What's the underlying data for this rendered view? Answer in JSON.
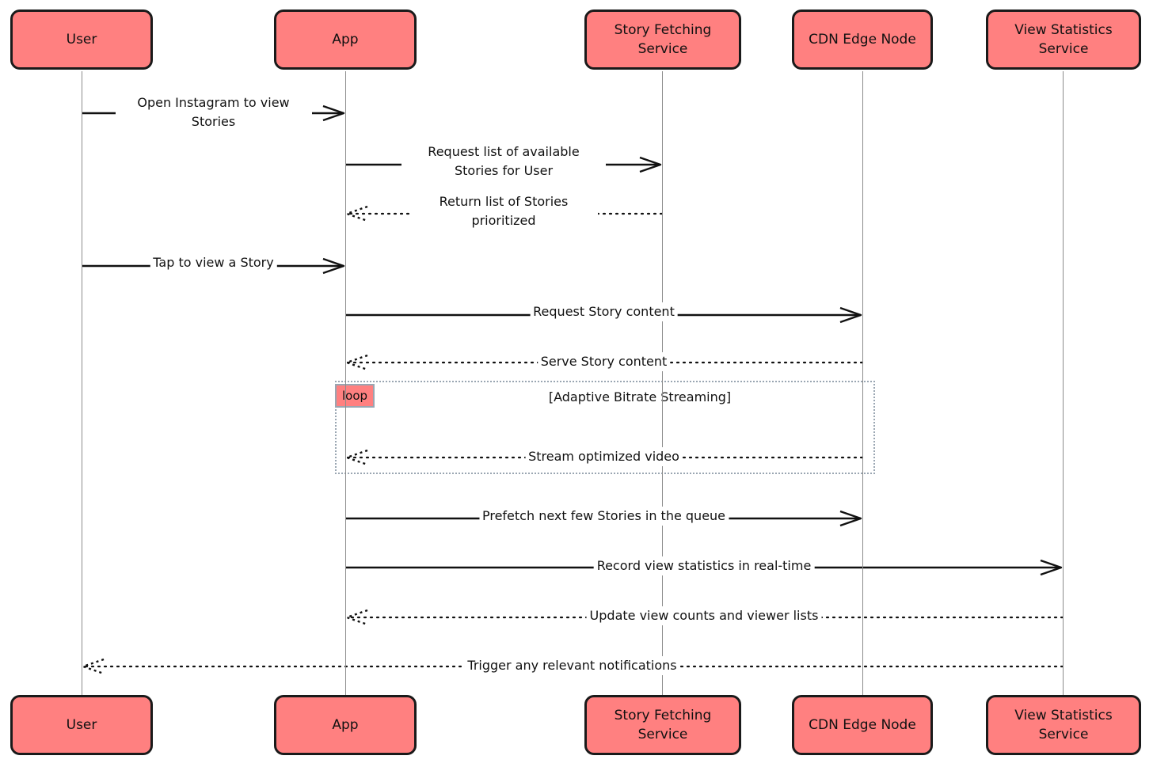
{
  "actors": [
    {
      "name": "User"
    },
    {
      "name": "App"
    },
    {
      "name": "Story Fetching\nService"
    },
    {
      "name": "CDN Edge Node"
    },
    {
      "name": "View Statistics\nService"
    }
  ],
  "loop": {
    "tag": "loop",
    "condition": "[Adaptive Bitrate Streaming]"
  },
  "messages": [
    {
      "from": 0,
      "to": 1,
      "type": "sync",
      "label": "Open Instagram to view Stories"
    },
    {
      "from": 1,
      "to": 2,
      "type": "sync",
      "label": "Request list of available Stories for User"
    },
    {
      "from": 2,
      "to": 1,
      "type": "reply",
      "label": "Return list of Stories prioritized"
    },
    {
      "from": 0,
      "to": 1,
      "type": "sync",
      "label": "Tap to view a Story"
    },
    {
      "from": 1,
      "to": 3,
      "type": "sync",
      "label": "Request Story content"
    },
    {
      "from": 3,
      "to": 1,
      "type": "reply",
      "label": "Serve Story content"
    },
    {
      "from": 3,
      "to": 1,
      "type": "reply",
      "label": "Stream optimized video"
    },
    {
      "from": 1,
      "to": 3,
      "type": "sync",
      "label": "Prefetch next few Stories in the queue"
    },
    {
      "from": 1,
      "to": 4,
      "type": "sync",
      "label": "Record view statistics in real-time"
    },
    {
      "from": 4,
      "to": 1,
      "type": "reply",
      "label": "Update view counts and viewer lists"
    },
    {
      "from": 4,
      "to": 0,
      "type": "reply",
      "label": "Trigger any relevant notifications"
    }
  ]
}
